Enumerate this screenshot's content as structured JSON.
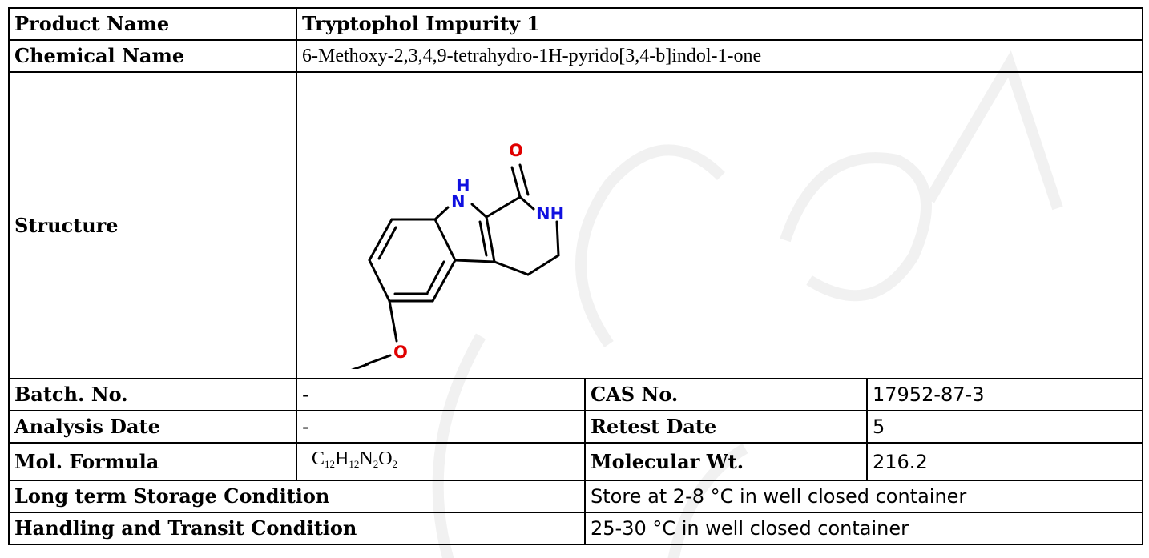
{
  "document": {
    "product_name_label": "Product Name",
    "product_name_value": "Tryptophol Impurity 1",
    "chemical_name_label": "Chemical Name",
    "chemical_name_value": "6-Methoxy-2,3,4,9-tetrahydro-1H-pyrido[3,4-b]indol-1-one",
    "structure_label": "Structure",
    "structure_atoms": {
      "carbonyl_o": "O",
      "indole_h": "H",
      "indole_n": "N",
      "amide_nh": "NH",
      "ether_o": "O"
    },
    "batch_label": "Batch. No.",
    "batch_value": "-",
    "cas_label": "CAS No.",
    "cas_value": "17952-87-3",
    "analysis_date_label": "Analysis Date",
    "analysis_date_value": "-",
    "retest_label": "Retest Date",
    "retest_value": "5",
    "formula_label": "Mol. Formula",
    "formula": {
      "c": "C",
      "c_n": "12",
      "h": "H",
      "h_n": "12",
      "n": "N",
      "n_n": "2",
      "o": "O",
      "o_n": "2"
    },
    "mw_label": "Molecular Wt.",
    "mw_value": "216.2",
    "storage_label": "Long term Storage Condition",
    "storage_value": "Store at 2-8 °C in well closed container",
    "handling_label": "Handling and Transit Condition",
    "handling_value": "25-30 °C in well closed container"
  },
  "colors": {
    "border": "#000000",
    "oxygen": "#e00000",
    "nitrogen": "#1010e0",
    "watermark": "#f2f2f2"
  }
}
